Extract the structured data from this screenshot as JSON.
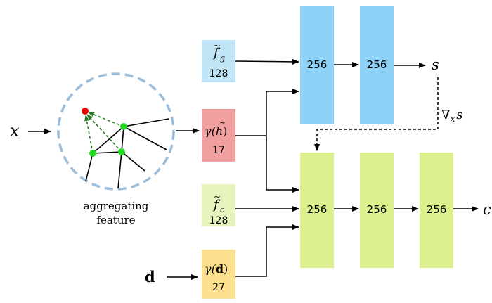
{
  "inputs": {
    "x": "x",
    "d": "d"
  },
  "aggregator": {
    "caption_line1": "aggregating",
    "caption_line2": "feature"
  },
  "features": {
    "fg": {
      "symbol": "f",
      "subscript": "g",
      "dim": "128"
    },
    "h": {
      "func": "γ(",
      "symbol": "h",
      "close": ")",
      "dim": "17"
    },
    "fc": {
      "symbol": "f",
      "subscript": "c",
      "dim": "128"
    },
    "d": {
      "func": "γ(",
      "symbol": "d",
      "close": ")",
      "dim": "27"
    }
  },
  "sdf_branch": {
    "layers": [
      "256",
      "256"
    ],
    "output": "s",
    "gradient_label": "∇",
    "gradient_sub": "x",
    "gradient_s": "s"
  },
  "color_branch": {
    "layers": [
      "256",
      "256",
      "256"
    ],
    "output": "c"
  },
  "colors": {
    "sdf_layer": "#8ed3f7",
    "color_layer": "#dcf08e",
    "fg_box": "#bfe4f5",
    "h_box": "#f19f9f",
    "fc_box": "#e6f5be",
    "d_box": "#fde08e",
    "circle_dash": "#9dbedb",
    "point_green": "#22dd22",
    "point_red": "#ee0000",
    "arrow_green": "#2a7a2a"
  }
}
